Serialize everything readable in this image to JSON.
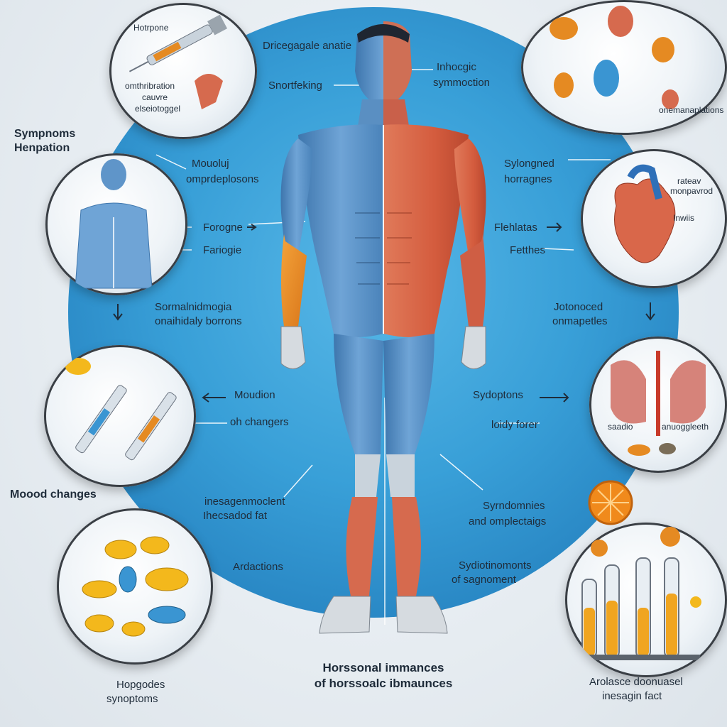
{
  "title": {
    "line1": "Horssonal immances",
    "line2": "of horssoalc ibmaunces"
  },
  "top_left_badge": {
    "label_top": "Hotrpone",
    "label_mid1": "omthribration",
    "label_mid2": "cauvre",
    "label_mid3": "elseiotoggel"
  },
  "center_top": {
    "label_left_top": "Dricegagale anatie",
    "label_left": "Snortfeking",
    "label_right1": "Inhocgic",
    "label_right2": "symmoction"
  },
  "side_left_heading": {
    "line1": "Sympnoms",
    "line2": "Henpation"
  },
  "left_muscle_badge": {
    "label1": "Mouoluj",
    "label2": "omprdeplosons",
    "label3": "Forogne",
    "label4": "Fariogie"
  },
  "left_mid_text": {
    "line1": "Sormalnidmogia",
    "line2": "onaihidaly borrons"
  },
  "left_syringe_badge": {
    "label1": "Moudion",
    "label2": "oh changers"
  },
  "left_mood": {
    "label": "Moood changes"
  },
  "left_pill_badge": {
    "label1": "Hopgodes",
    "label2": "synoptoms"
  },
  "center_bottom": {
    "label1": "inesagenmoclent",
    "label2": "Ihecsadod fat",
    "label3": "Ardactions"
  },
  "top_right_badge": {
    "label": "onemanaplations"
  },
  "right_heart_badge": {
    "label1": "Sylongned",
    "label2": "horragnes",
    "label3": "Flehlatas",
    "label4": "Fetthes",
    "inner1": "rateav",
    "inner2": "monpavrod",
    "inner3": "Inwiis"
  },
  "right_mid_text": {
    "line1": "Jotonoced",
    "line2": "onmapetles"
  },
  "right_lung_badge": {
    "label1": "Sydoptons",
    "label2": "loidy forer",
    "inner1": "saadio",
    "inner2": "anuoggleeth"
  },
  "right_lower": {
    "label1": "Syrndomnies",
    "label2": "and omplectaigs",
    "label3": "Sydiotinomonts",
    "label4": "of sagnoment"
  },
  "right_tube_badge": {
    "label1": "Arolasce doonuasel",
    "label2": "inesagin fact"
  },
  "colors": {
    "blue_muscle": "#5f95c9",
    "red_muscle": "#d9674a",
    "orange_muscle": "#e58a22",
    "disc_blue": "#2f9bd6",
    "pill_yellow": "#f3b81c",
    "pill_blue": "#3a95d2"
  }
}
